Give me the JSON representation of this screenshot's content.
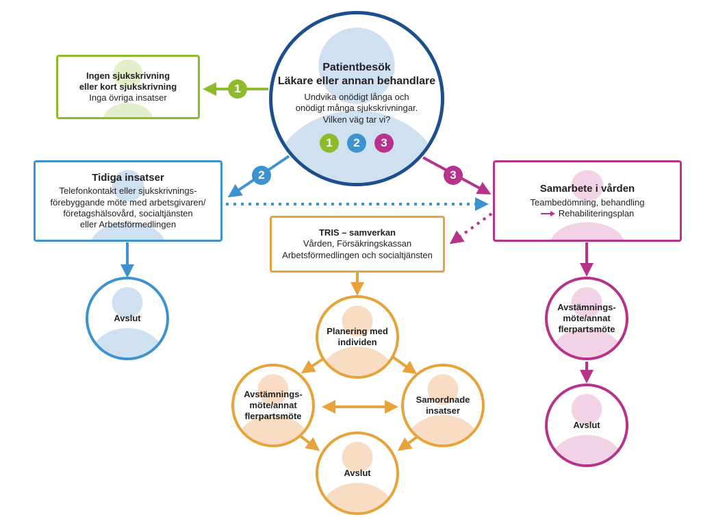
{
  "patient": {
    "title_1": "Patientbesök",
    "title_2": "Läkare eller annan behandlare",
    "line_1": "Undvika onödigt långa och",
    "line_2": "onödigt många sjukskrivningar.",
    "line_3": "Vilken väg tar vi?",
    "badges": [
      "1",
      "2",
      "3"
    ]
  },
  "path_1": {
    "badge": "1",
    "title_1": "Ingen sjukskrivning",
    "title_2": "eller kort sjukskrivning",
    "line_1": "Inga övriga insatser"
  },
  "path_2": {
    "badge": "2",
    "title": "Tidiga insatser",
    "line_1": "Telefonkontakt eller sjukskrivnings-",
    "line_2": "förebyggande möte med arbetsgivaren/",
    "line_3": "företagshälsovård, socialtjänsten",
    "line_4": "eller Arbetsförmedlingen",
    "end": "Avslut"
  },
  "path_3": {
    "badge": "3",
    "title": "Samarbete i vården",
    "line_1": "Teambedömning, behandling",
    "line_2": "Rehabiliteringsplan",
    "meeting_1": "Avstämnings-",
    "meeting_2": "möte/annat",
    "meeting_3": "flerpartsmöte",
    "end": "Avslut"
  },
  "tris": {
    "title": "TRIS – samverkan",
    "line_1": "Vården, Försäkringskassan",
    "line_2": "Arbetsförmedlingen och socialtjänsten",
    "planning_1": "Planering med",
    "planning_2": "individen",
    "meeting_1": "Avstämnings-",
    "meeting_2": "möte/annat",
    "meeting_3": "flerpartsmöte",
    "coord_1": "Samordnade",
    "coord_2": "insatser",
    "end": "Avslut"
  },
  "colors": {
    "navy": "#1c4f8c",
    "green": "#8dbb2a",
    "blue": "#3d92cf",
    "orange": "#e8a23a",
    "magenta": "#b7328a",
    "light_blue": "#cfe1f1",
    "light_green": "#e2efc8",
    "light_orange": "#f8dcc4",
    "light_pink": "#f2d3e5"
  }
}
